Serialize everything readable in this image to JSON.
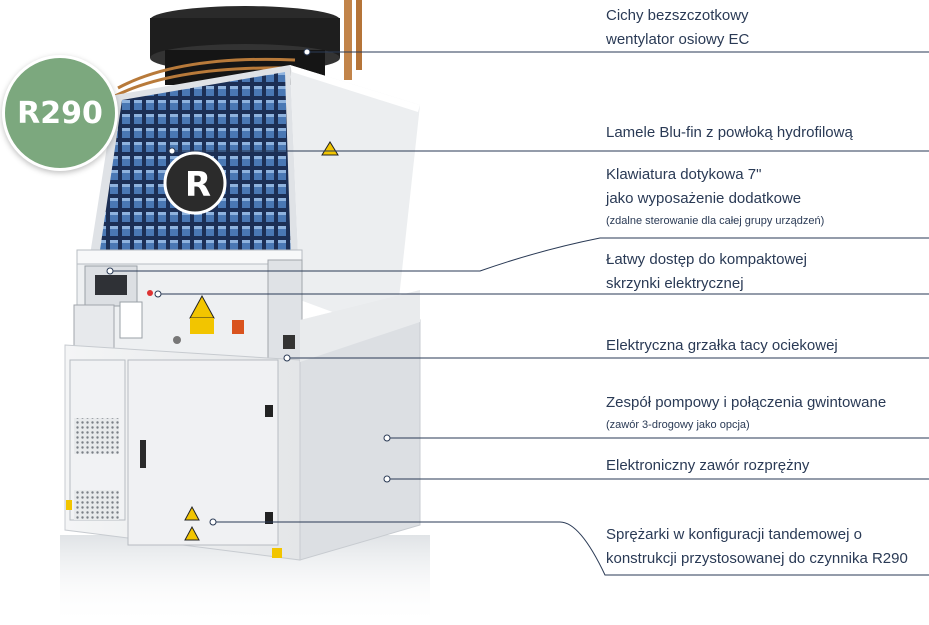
{
  "badge": {
    "text": "R290",
    "color": "#7ca87e"
  },
  "colors": {
    "line": "#2a3a55",
    "text": "#2a3a55",
    "dot": "#ffffff"
  },
  "labels": [
    {
      "id": "fan",
      "lines": [
        "Cichy bezszczotkowy",
        "wentylator osiowy EC"
      ]
    },
    {
      "id": "fins",
      "lines": [
        "Lamele Blu-fin z powłoką hydrofilową"
      ]
    },
    {
      "id": "keyboard",
      "lines": [
        "Klawiatura dotykowa 7\"",
        "jako wyposażenie dodatkowe"
      ],
      "note": "(zdalne sterowanie dla całej grupy urządzeń)"
    },
    {
      "id": "box",
      "lines": [
        "Łatwy dostęp do kompaktowej",
        "skrzynki elektrycznej"
      ]
    },
    {
      "id": "heater",
      "lines": [
        "Elektryczna grzałka tacy ociekowej"
      ]
    },
    {
      "id": "pump",
      "lines": [
        "Zespół pompowy i połączenia gwintowane"
      ],
      "note": "(zawór 3-drogowy jako opcja)"
    },
    {
      "id": "valve",
      "lines": [
        "Elektroniczny zawór rozprężny"
      ]
    },
    {
      "id": "compressor",
      "lines": [
        "Sprężarki w konfiguracji tandemowej o",
        "konstrukcji przystosowanej do czynnika R290"
      ]
    }
  ],
  "logo_letter": "R"
}
